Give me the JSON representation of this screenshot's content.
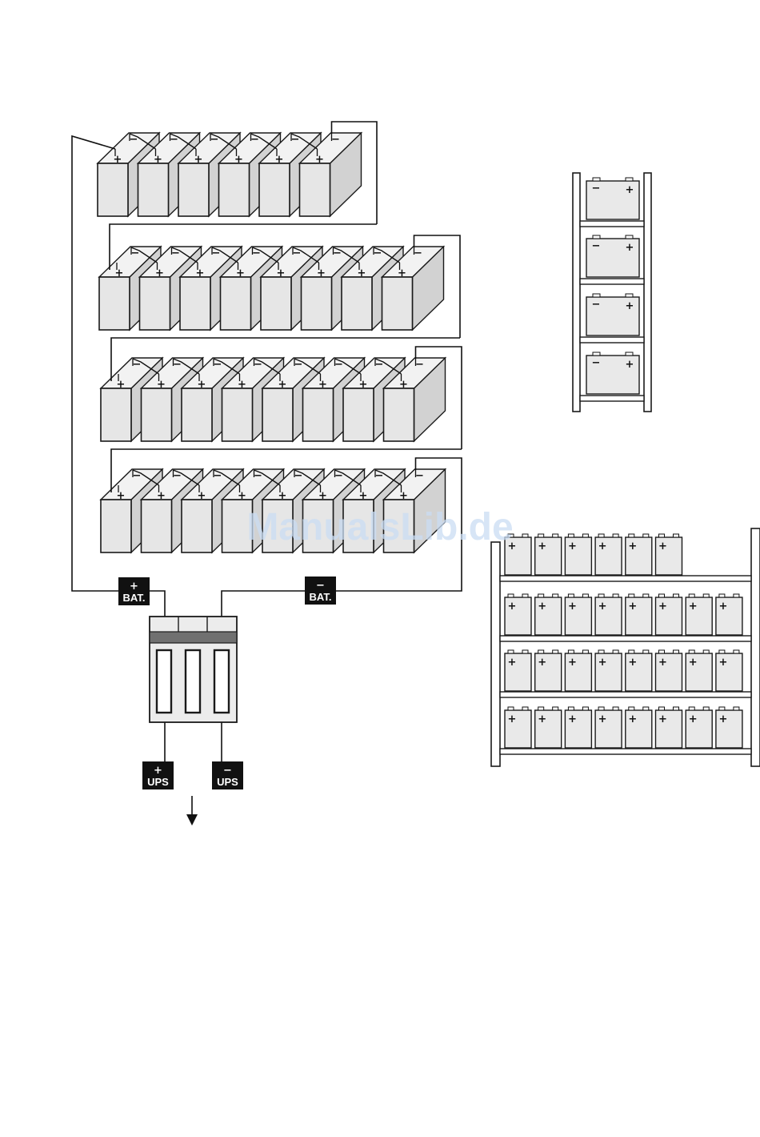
{
  "battery_bank": {
    "rows": [
      6,
      8,
      8,
      8
    ],
    "positive_symbol": "+",
    "negative_symbol": "−"
  },
  "labels": {
    "battery_positive": {
      "sign": "+",
      "text": "BAT."
    },
    "battery_negative": {
      "sign": "−",
      "text": "BAT."
    },
    "ups_positive": {
      "sign": "+",
      "text": "UPS"
    },
    "ups_negative": {
      "sign": "−",
      "text": "UPS"
    }
  },
  "small_rack": {
    "shelves": 4,
    "batteries_per_shelf": 1
  },
  "large_rack": {
    "shelf_counts": [
      6,
      8,
      8,
      8
    ]
  },
  "watermark": "ManualsLib.de"
}
